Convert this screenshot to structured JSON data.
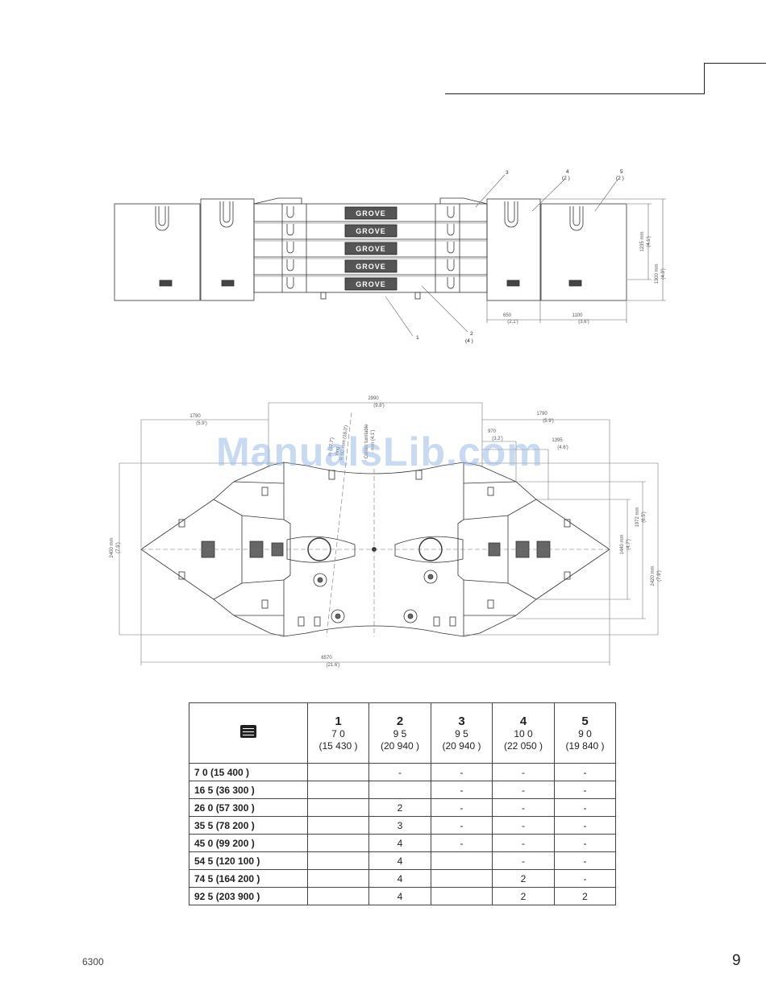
{
  "footer": {
    "model": "6300",
    "page_number": "9"
  },
  "watermark": "ManualsLib.com",
  "front_view": {
    "brand_text": "GROVE",
    "callouts": {
      "c1": "1",
      "c2": "2",
      "c2_qty": "(4  )",
      "c3": "3",
      "c4": "4",
      "c4_qty": "(2  )",
      "c5": "5",
      "c5_qty": "(2  )"
    },
    "dims": {
      "h1": "1235 mm",
      "h1_ft": "(4.1')",
      "h2": "1300 mm",
      "h2_ft": "(4.3')",
      "w1": "650",
      "w1_ft": "(2.1')",
      "w2": "1100",
      "w2_ft": "(3.6')"
    }
  },
  "plan_view": {
    "dims": {
      "top": "2990",
      "top_ft": "(9.8')",
      "left": "1790",
      "left_ft": "(5.9')",
      "right": "1790",
      "right_ft": "(5.9')",
      "d970": "970",
      "d970_ft": "(3.2')",
      "d1395": "1395",
      "d1395_ft": "(4.6')",
      "d1972": "1972 mm",
      "d1972_ft": "(6.5')",
      "d1440": "1440 mm",
      "d1440_ft": "(4.7')",
      "d2420": "2420 mm",
      "d2420_ft": "(7.9')",
      "d2400": "2400 mm",
      "d2400_ft": "(7.9')",
      "bottom": "6570",
      "bottom_ft": "(21.6')",
      "rot1": "m (10.7')",
      "rot2": "iling",
      "rot3": "R  5C  mm (18.0')",
      "rot4": "Center turntable",
      "rot5": "·  mm (4.1')"
    }
  },
  "table": {
    "icon": "counterweight-icon",
    "columns": [
      {
        "num": "1",
        "t": "7 0",
        "lb": "(15 430    )"
      },
      {
        "num": "2",
        "t": "9 5",
        "lb": "(20 940    )"
      },
      {
        "num": "3",
        "t": "9 5",
        "lb": "(20 940    )"
      },
      {
        "num": "4",
        "t": "10 0",
        "lb": "(22 050    )"
      },
      {
        "num": "5",
        "t": "9 0",
        "lb": "(19 840    )"
      }
    ],
    "rows": [
      {
        "weight": "7 0    (15 400     )",
        "c1": "",
        "c2": "-",
        "c3": "-",
        "c4": "-",
        "c5": "-"
      },
      {
        "weight": "16 5    (36 300     )",
        "c1": "",
        "c2": "",
        "c3": "-",
        "c4": "-",
        "c5": "-"
      },
      {
        "weight": "26 0    (57 300     )",
        "c1": "",
        "c2": "2",
        "c3": "-",
        "c4": "-",
        "c5": "-"
      },
      {
        "weight": "35 5    (78 200     )",
        "c1": "",
        "c2": "3",
        "c3": "-",
        "c4": "-",
        "c5": "-"
      },
      {
        "weight": "45 0    (99 200     )",
        "c1": "",
        "c2": "4",
        "c3": "-",
        "c4": "-",
        "c5": "-"
      },
      {
        "weight": "54 5    (120 100     )",
        "c1": "",
        "c2": "4",
        "c3": "",
        "c4": "-",
        "c5": "-"
      },
      {
        "weight": "74 5    (164 200     )",
        "c1": "",
        "c2": "4",
        "c3": "",
        "c4": "2",
        "c5": "-"
      },
      {
        "weight": "92 5    (203 900     )",
        "c1": "",
        "c2": "4",
        "c3": "",
        "c4": "2",
        "c5": "2"
      }
    ]
  }
}
